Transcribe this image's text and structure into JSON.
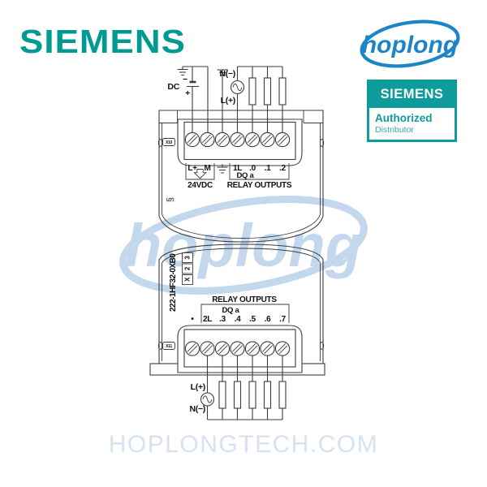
{
  "header": {
    "siemens_logo": "SIEMENS",
    "hoplong_logo": "hoplong",
    "badge": {
      "brand": "SIEMENS",
      "line1": "Authorized",
      "line2": "Distributor"
    }
  },
  "colors": {
    "siemens_teal": "#009A93",
    "badge_teal": "#0E9B9B",
    "hoplong_blue": "#1C85C8",
    "watermark_blue": "#B9D1EA",
    "footer_blue": "#D6E2F2",
    "line_gray": "#3C3C3C"
  },
  "watermark": {
    "text": "hoplong"
  },
  "footer": {
    "website": "HOPLONGTECH.COM"
  },
  "diagram": {
    "top_module": {
      "power": {
        "dc": "DC",
        "minus": "−",
        "plus": "+",
        "n": "N(−)",
        "l": "L(+)"
      },
      "labels_left": [
        "L+",
        "M"
      ],
      "labels_right": [
        "1L",
        ".0",
        ".1",
        ".2"
      ],
      "group1_label": "24VDC",
      "dq_label": "DQ a",
      "group2_label": "RELAY OUTPUTS",
      "port_label": "X10",
      "side_icon_glyph": "§"
    },
    "bottom_module": {
      "part_number": "222-1HF32-0XB0",
      "connector_boxes": [
        "X",
        "2",
        "3"
      ],
      "title": "RELAY OUTPUTS",
      "dq_label": "DQ a",
      "bullet": "•",
      "terminal_labels": [
        "2L",
        ".3",
        ".4",
        ".5",
        ".6",
        ".7"
      ],
      "port_label": "X11",
      "power": {
        "l": "L(+)",
        "n": "N(−)"
      }
    }
  }
}
